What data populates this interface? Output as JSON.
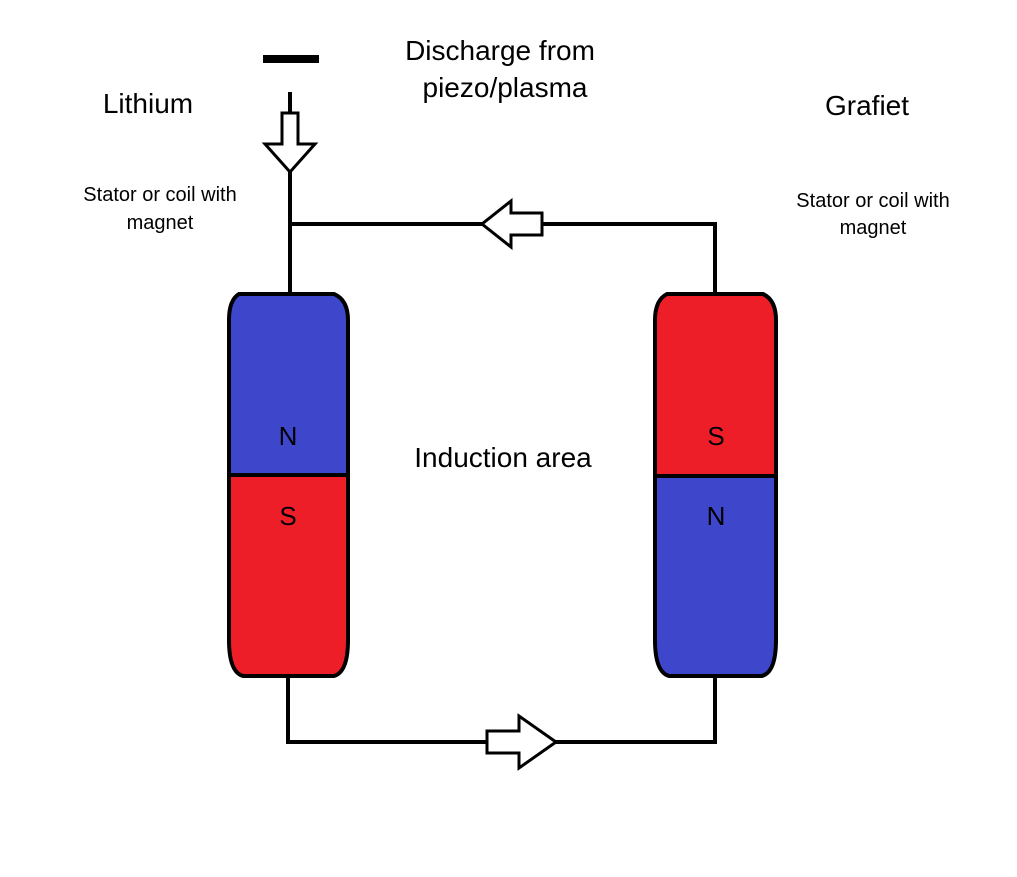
{
  "title_line1": "Discharge from",
  "title_line2": "piezo/plasma",
  "terminal_symbol": "minus",
  "left": {
    "material": "Lithium",
    "note_line1": "Stator or coil with",
    "note_line2": "magnet",
    "magnet_top_pole": "N",
    "magnet_bottom_pole": "S"
  },
  "right": {
    "material": "Grafiet",
    "note_line1": "Stator or coil with",
    "note_line2": "magnet",
    "magnet_top_pole": "S",
    "magnet_bottom_pole": "N"
  },
  "center_label": "Induction area",
  "colors": {
    "north_pole": "#3e47cc",
    "south_pole": "#ed1e27",
    "wire": "#000000",
    "background": "#ffffff"
  },
  "flow": {
    "input_arrow_direction": "down",
    "top_wire_arrow_direction": "left",
    "bottom_wire_arrow_direction": "right"
  }
}
